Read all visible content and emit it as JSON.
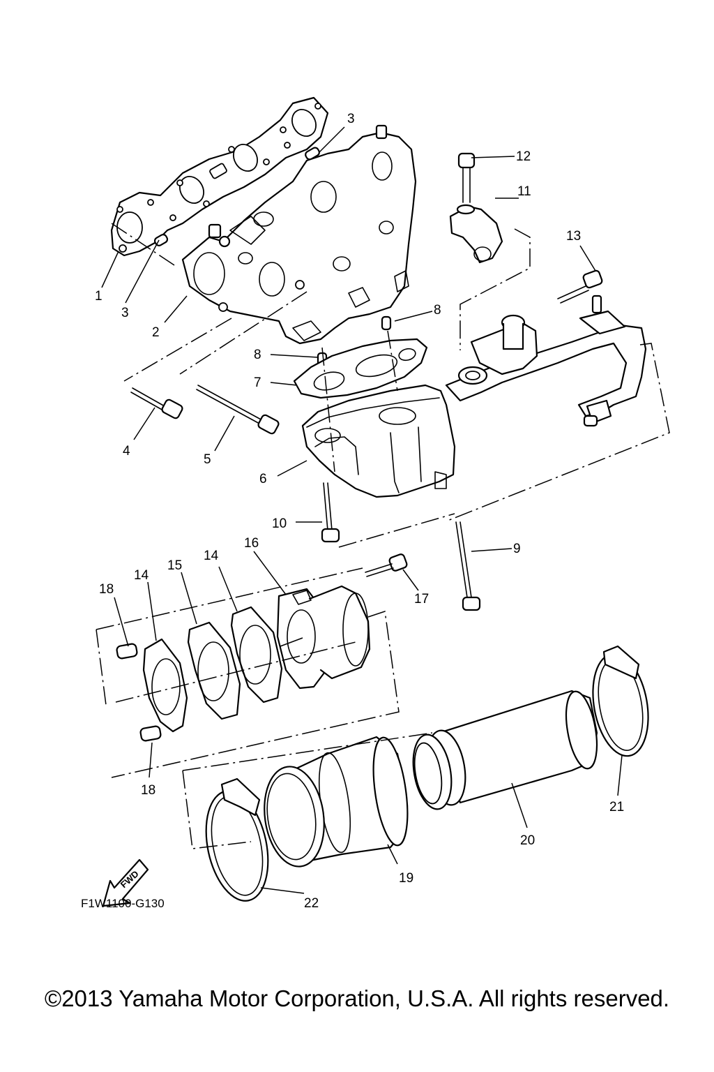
{
  "drawing_code": "F1W1100-G130",
  "fwd_label": "FWD",
  "copyright": "©2013 Yamaha Motor Corporation, U.S.A. All rights reserved.",
  "callouts": [
    "1",
    "2",
    "3",
    "3",
    "4",
    "5",
    "6",
    "7",
    "8",
    "8",
    "9",
    "10",
    "11",
    "12",
    "13",
    "14",
    "14",
    "15",
    "16",
    "17",
    "18",
    "18",
    "19",
    "20",
    "21",
    "22"
  ]
}
